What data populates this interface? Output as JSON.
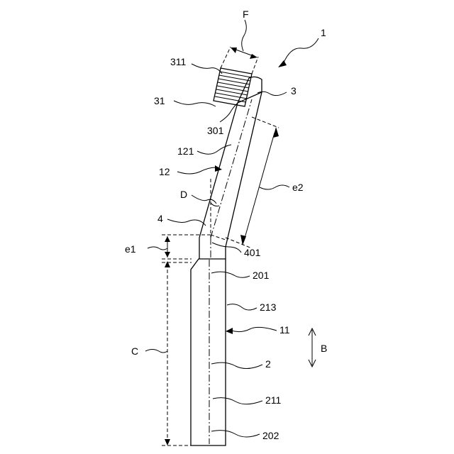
{
  "labels": {
    "device": "1",
    "tip": "3",
    "bristle_block": "31",
    "bristle_lines": "311",
    "tip_base": "301",
    "neck_line": "121",
    "neck": "12",
    "bend_angle": "D",
    "bend": "4",
    "bend_point": "401",
    "grip_top": "201",
    "grip_side": "213",
    "body": "11",
    "handle": "2",
    "grip_face": "211",
    "grip_bottom": "202",
    "dim_f": "F",
    "dim_e1": "e1",
    "dim_e2": "e2",
    "dim_c": "C",
    "direction": "B"
  }
}
